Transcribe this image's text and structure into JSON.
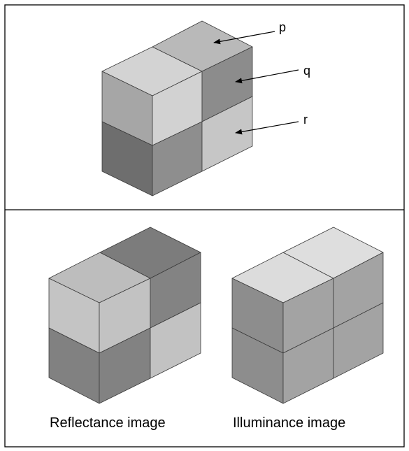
{
  "top_panel": {
    "callouts": [
      {
        "label": "p"
      },
      {
        "label": "q"
      },
      {
        "label": "r"
      }
    ]
  },
  "bottom_panel": {
    "reflectance_caption": "Reflectance image",
    "illuminance_caption": "Illuminance image"
  },
  "colors": {
    "frame": "#000000",
    "edge": "#3a3a3a",
    "original": {
      "top_front": "#d3d3d3",
      "top_back": "#b9b9b9",
      "front_upper": "#a6a6a6",
      "front_lower": "#6e6e6e",
      "right_top_left": "#d2d2d2",
      "right_top_right": "#8c8c8c",
      "right_bottom_left": "#8e8e8e",
      "right_bottom_right": "#c6c6c6"
    },
    "reflectance": {
      "top_front": "#bdbdbd",
      "top_back": "#7c7c7c",
      "front_upper": "#c4c4c4",
      "front_lower": "#818181",
      "right_top_left": "#c2c2c2",
      "right_top_right": "#838383",
      "right_bottom_left": "#828282",
      "right_bottom_right": "#c2c2c2"
    },
    "illuminance": {
      "top_front": "#dcdcdc",
      "top_back": "#dedede",
      "front_upper": "#8d8d8d",
      "front_lower": "#8d8d8d",
      "right_top_left": "#a3a3a3",
      "right_top_right": "#a3a3a3",
      "right_bottom_left": "#a3a3a3",
      "right_bottom_right": "#a3a3a3"
    }
  }
}
